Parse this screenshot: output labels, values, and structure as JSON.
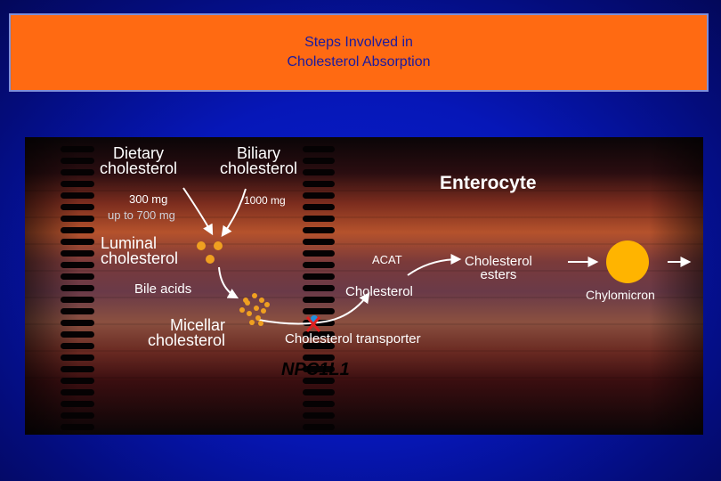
{
  "title": {
    "line1": "Steps Involved in",
    "line2": "Cholesterol Absorption"
  },
  "diagram": {
    "dietary_line1": "Dietary",
    "dietary_line2": "cholesterol",
    "biliary_line1": "Biliary",
    "biliary_line2": "cholesterol",
    "dietary_dose": "300 mg",
    "dietary_dose_extra": "up to 700 mg",
    "biliary_dose": "1000 mg",
    "enterocyte": "Enterocyte",
    "luminal_line1": "Luminal",
    "luminal_line2": "cholesterol",
    "bile_acids": "Bile acids",
    "micellar_line1": "Micellar",
    "micellar_line2": "cholesterol",
    "acat": "ACAT",
    "cholesterol": "Cholesterol",
    "esters_line1": "Cholesterol",
    "esters_line2": "esters",
    "chylomicron": "Chylomicron",
    "transporter": "Cholesterol transporter",
    "npc1l1": "NPC1L1"
  },
  "colors": {
    "title_bg": "#ff6a12",
    "title_text": "#1a1aa0",
    "background": "#0617b8",
    "particle": "#f0a020",
    "chylomicron": "#ffb400",
    "block_x": "#e02020",
    "transporter_dot": "#2090e0"
  }
}
